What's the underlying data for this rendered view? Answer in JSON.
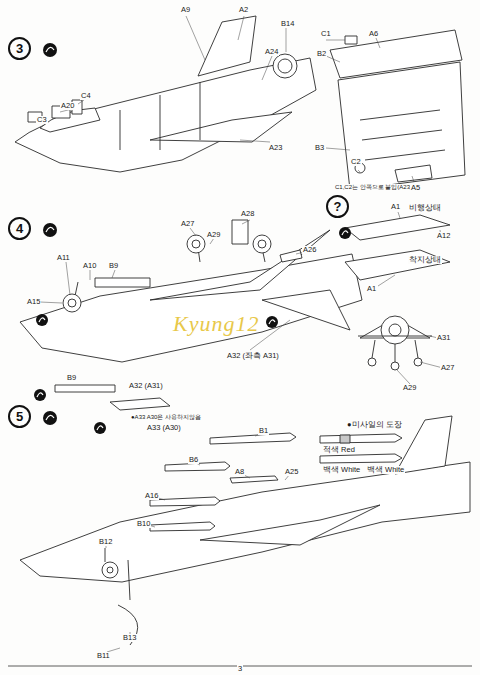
{
  "diagram": {
    "nodes": [
      {
        "text": [
          "3"
        ]
      },
      {
        "text": [
          "4"
        ]
      },
      {
        "text": [
          "?"
        ]
      },
      {
        "text": [
          "5"
        ]
      }
    ],
    "labels": [
      "A9",
      "A2",
      "B14",
      "A24",
      "A20",
      "C4",
      "C3",
      "A23",
      "C1",
      "A6",
      "B2",
      "B3",
      "C2",
      "C1,C2는 안쪽으로 붙임(A23)",
      "A5",
      "A27",
      "A28",
      "A29",
      "A26",
      "A11",
      "A10",
      "B9",
      "A15",
      "A32 (좌측 A31)",
      "B9",
      "A32 (A31)",
      "●A33 A30은 사용하지않음",
      "A33 (A30)",
      "A1",
      "비행상태",
      "A12",
      "A1",
      "착지상태",
      "A31",
      "A27",
      "A29",
      "Kyung12",
      "B1",
      "B6",
      "A8",
      "A25",
      "A16",
      "B10",
      "B12",
      "B13",
      "B11",
      "●미사일의 도장",
      "적색 Red",
      "백색 White",
      "백색 White",
      "3"
    ]
  }
}
